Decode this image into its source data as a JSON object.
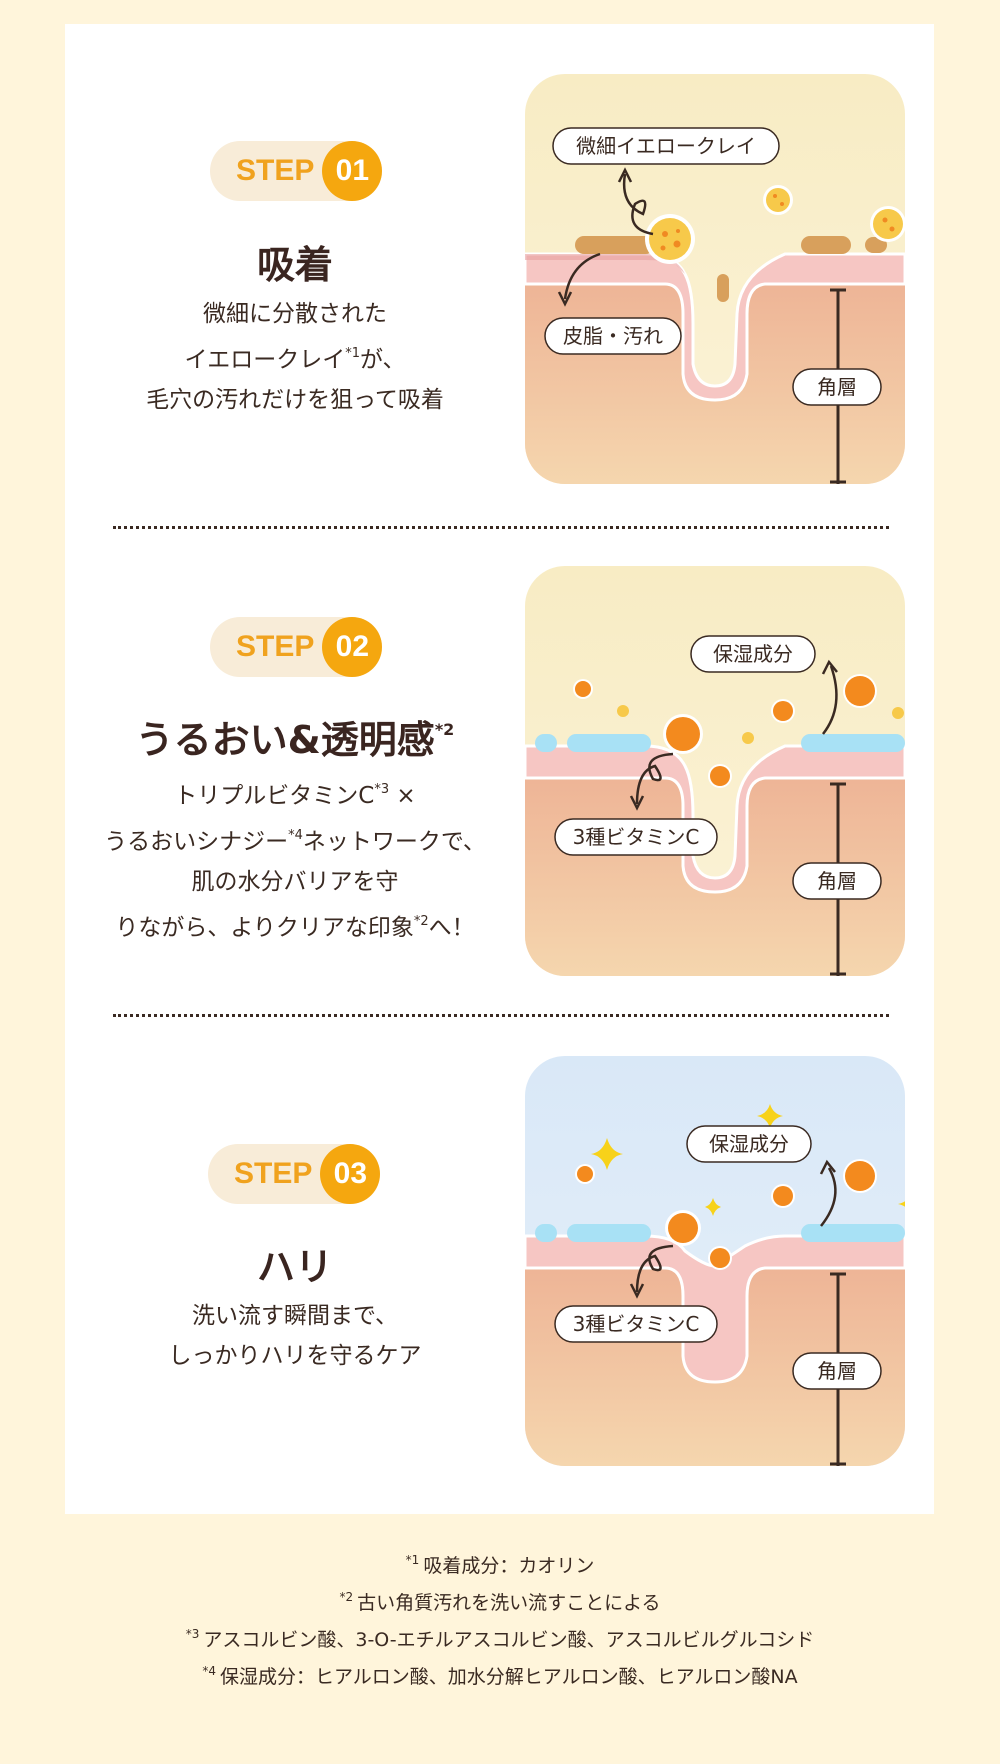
{
  "colors": {
    "page_bg": "#fff5db",
    "card_bg": "#ffffff",
    "badge_bg": "#f8ecd8",
    "badge_text": "#f0a21e",
    "badge_circle": "#f5a70f",
    "text": "#3a2a22",
    "skin_top": "#f7cfc8",
    "skin_body": "#eeb593",
    "clay": "#f7c94a",
    "vitamin": "#f38a1e",
    "moisture": "#a8e1f5"
  },
  "steps": [
    {
      "badge_label": "STEP",
      "badge_number": "01",
      "title": "吸着",
      "title_sup": "",
      "desc_lines": [
        {
          "text": "微細に分散された",
          "sup": "",
          "after": ""
        },
        {
          "text": "イエロークレイ",
          "sup": "*1",
          "after": "が、"
        },
        {
          "text": "毛穴の汚れだけを狙って吸着",
          "sup": "",
          "after": ""
        }
      ],
      "illustration": {
        "labels": {
          "clay": "微細イエロークレイ",
          "dirt": "皮脂・汚れ",
          "layer": "角層"
        }
      }
    },
    {
      "badge_label": "STEP",
      "badge_number": "02",
      "title": "うるおい&透明感",
      "title_sup": "*2",
      "desc_lines": [
        {
          "text": "トリプルビタミンC",
          "sup": "*3",
          "after": " ×"
        },
        {
          "text": "うるおいシナジー",
          "sup": "*4",
          "after": "ネットワークで、"
        },
        {
          "text": "肌の水分バリアを守",
          "sup": "",
          "after": ""
        },
        {
          "text": "りながら、よりクリアな印象",
          "sup": "*2",
          "after": "へ！"
        }
      ],
      "illustration": {
        "labels": {
          "moisture": "保湿成分",
          "vitamin": "3種ビタミンC",
          "layer": "角層"
        }
      }
    },
    {
      "badge_label": "STEP",
      "badge_number": "03",
      "title": "ハリ",
      "title_sup": "",
      "desc_lines": [
        {
          "text": "洗い流す瞬間まで、",
          "sup": "",
          "after": ""
        },
        {
          "text": "しっかりハリを守るケア",
          "sup": "",
          "after": ""
        }
      ],
      "illustration": {
        "labels": {
          "moisture": "保湿成分",
          "vitamin": "3種ビタミンC",
          "layer": "角層"
        }
      }
    }
  ],
  "footnotes": [
    {
      "mark": "*1",
      "text": "吸着成分：カオリン"
    },
    {
      "mark": "*2",
      "text": "古い角質汚れを洗い流すことによる"
    },
    {
      "mark": "*3",
      "text": "アスコルビン酸、3-O-エチルアスコルビン酸、アスコルビルグルコシド"
    },
    {
      "mark": "*4",
      "text": "保湿成分：ヒアルロン酸、加水分解ヒアルロン酸、ヒアルロン酸NA"
    }
  ]
}
